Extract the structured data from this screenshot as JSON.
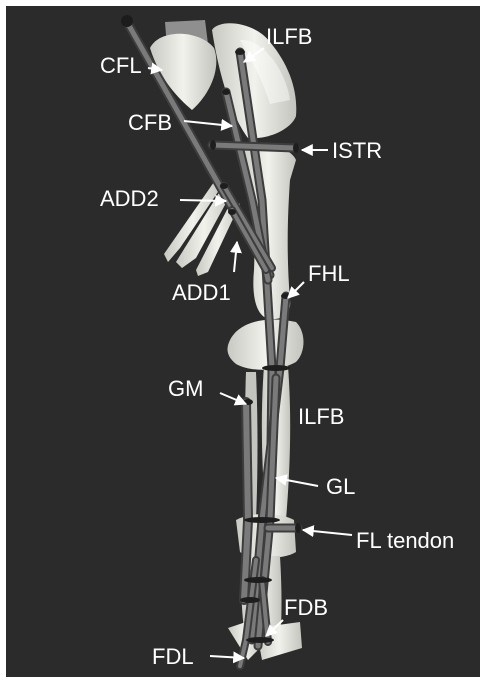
{
  "labels": {
    "cfl": "CFL",
    "ilfb_top": "ILFB",
    "cfb": "CFB",
    "istr": "ISTR",
    "add2": "ADD2",
    "add1": "ADD1",
    "fhl": "FHL",
    "gm": "GM",
    "ilfb_mid": "ILFB",
    "gl": "GL",
    "fl_tendon": "FL tendon",
    "fdb": "FDB",
    "fdl": "FDL"
  },
  "colors": {
    "background": "#2b2b2b",
    "bone": "#e8e8e2",
    "muscle": "#6e6e6e",
    "label": "#ffffff"
  }
}
